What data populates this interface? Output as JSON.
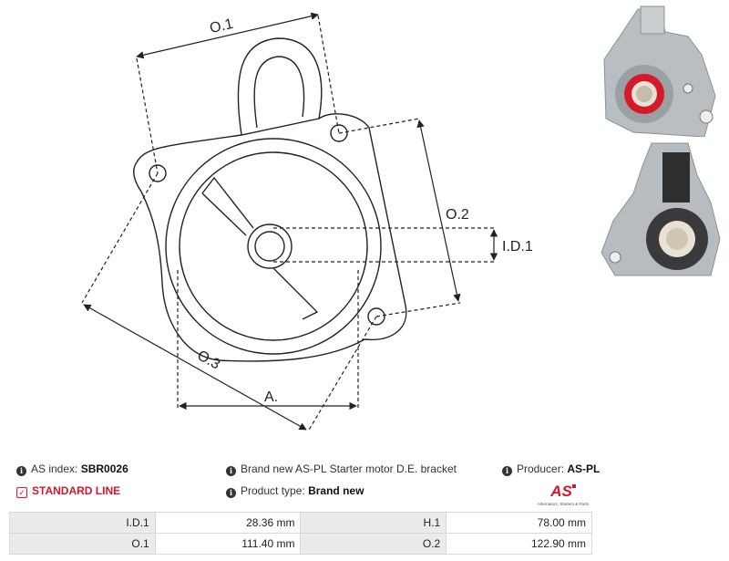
{
  "drawing": {
    "labels": {
      "o1": "O.1",
      "o2": "O.2",
      "o3": "O.3",
      "id1": "I.D.1",
      "a": "A."
    }
  },
  "info": {
    "as_index_label": "AS index:",
    "as_index_value": "SBR0026",
    "standard_line": "STANDARD LINE",
    "description": "Brand new AS-PL Starter motor D.E. bracket",
    "product_type_label": "Product type:",
    "product_type_value": "Brand new",
    "producer_label": "Producer:",
    "producer_value": "AS-PL",
    "logo_text": "AS",
    "logo_tagline": "Alternators, Starters & Parts"
  },
  "specs": [
    {
      "label": "I.D.1",
      "value": "28.36 mm",
      "label2": "H.1",
      "value2": "78.00 mm"
    },
    {
      "label": "O.1",
      "value": "111.40 mm",
      "label2": "O.2",
      "value2": "122.90 mm"
    }
  ],
  "colors": {
    "accent": "#d8152b",
    "line": "#222222",
    "table_label_bg": "#ebebeb"
  },
  "icons": [
    "info-icon",
    "checkbox-icon",
    "brand-logo"
  ]
}
